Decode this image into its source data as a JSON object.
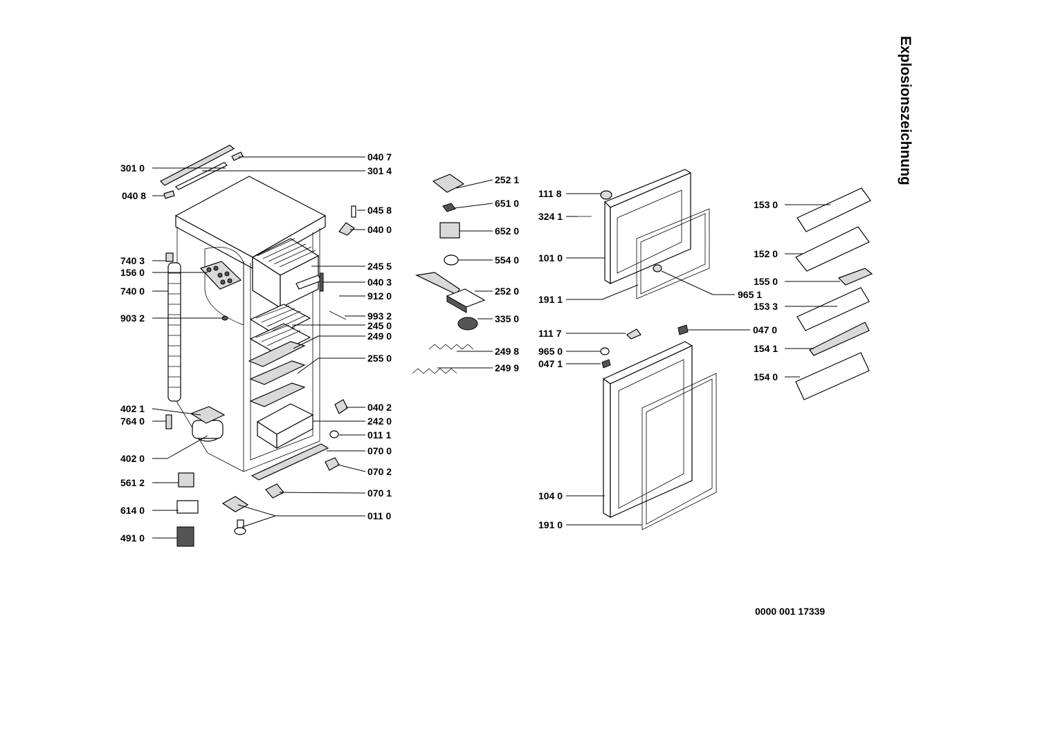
{
  "title": "Explosionszeichnung",
  "document_number": "0000 001 17339",
  "parts": [
    "301 0",
    "040 7",
    "301 4",
    "040 8",
    "045 8",
    "040 0",
    "740 3",
    "156 0",
    "245 5",
    "040 3",
    "740 0",
    "912 0",
    "993 2",
    "903 2",
    "245 0",
    "249 0",
    "255 0",
    "040 2",
    "242 0",
    "011 1",
    "402 1",
    "764 0",
    "402 0",
    "070 0",
    "070 2",
    "561 2",
    "070 1",
    "614 0",
    "011 0",
    "491 0",
    "252 1",
    "651 0",
    "652 0",
    "554 0",
    "252 0",
    "335 0",
    "249 8",
    "249 9",
    "111 8",
    "324 1",
    "101 0",
    "191 1",
    "965 1",
    "111 7",
    "047 0",
    "965 0",
    "047 1",
    "104 0",
    "191 0",
    "153 0",
    "152 0",
    "155 0",
    "153 3",
    "154 1",
    "154 0"
  ]
}
